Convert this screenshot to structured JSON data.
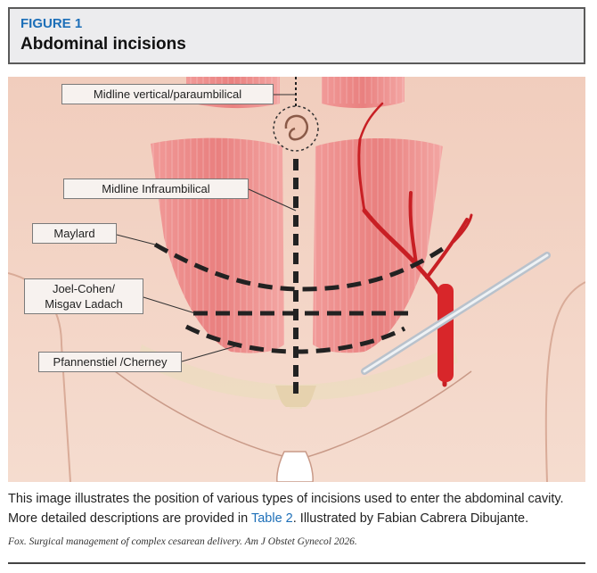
{
  "figure": {
    "label": "FIGURE 1",
    "title": "Abdominal incisions"
  },
  "labels": {
    "midline_vertical": "Midline vertical/paraumbilical",
    "midline_infra": "Midline Infraumbilical",
    "maylard": "Maylard",
    "joel_cohen_1": "Joel-Cohen/",
    "joel_cohen_2": "Misgav Ladach",
    "pfannenstiel": "Pfannenstiel /Cherney"
  },
  "caption": {
    "part1": "This image illustrates the position of various types of incisions used to enter the abdominal cavity. More detailed descriptions are provided in ",
    "link": "Table 2",
    "part2": ". Illustrated by Fabian Cabrera Dibujante."
  },
  "citation": "Fox. Surgical management of complex cesarean delivery. Am J Obstet Gynecol 2026.",
  "colors": {
    "accent": "#1d6fb8",
    "skin": "#f3d3c4",
    "muscle": "#e98a88",
    "vessel": "#d8262a"
  }
}
